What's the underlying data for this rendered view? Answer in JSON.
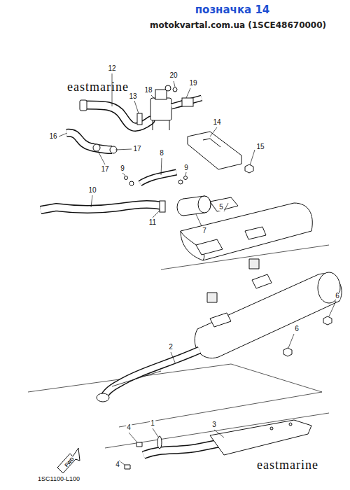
{
  "diagram": {
    "title": "позначка 14",
    "labels": [
      "motokvartal.com.ua (1SCE48670000)",
      "12",
      "20",
      "13",
      "18",
      "19",
      "14",
      "16",
      "17",
      "17",
      "15",
      "8",
      "9",
      "9",
      "10",
      "11",
      "7",
      "5",
      "6",
      "6",
      "2",
      "4",
      "1",
      "3",
      "4",
      "eastmarine",
      "eastmarine",
      "1SC1100-L100",
      "FWD"
    ]
  }
}
